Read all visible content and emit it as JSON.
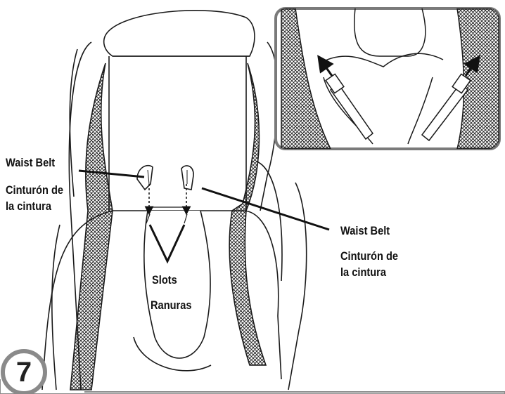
{
  "labels": {
    "left_waist_belt_en": "Waist Belt",
    "left_waist_belt_es_1": "Cinturón de",
    "left_waist_belt_es_2": "la cintura",
    "right_waist_belt_en": "Waist Belt",
    "right_waist_belt_es_1": "Cinturón de",
    "right_waist_belt_es_2": "la cintura",
    "slots_en": "Slots",
    "slots_es": "Ranuras"
  },
  "step": {
    "number": "7"
  },
  "colors": {
    "line": "#1a1a1a",
    "mesh": "#1a1a1a",
    "inset_border": "#7a7a7a",
    "badge": "#8a8a8a"
  },
  "inset": {
    "description_icons": [
      "buckle-icon",
      "arrow-icon"
    ]
  }
}
